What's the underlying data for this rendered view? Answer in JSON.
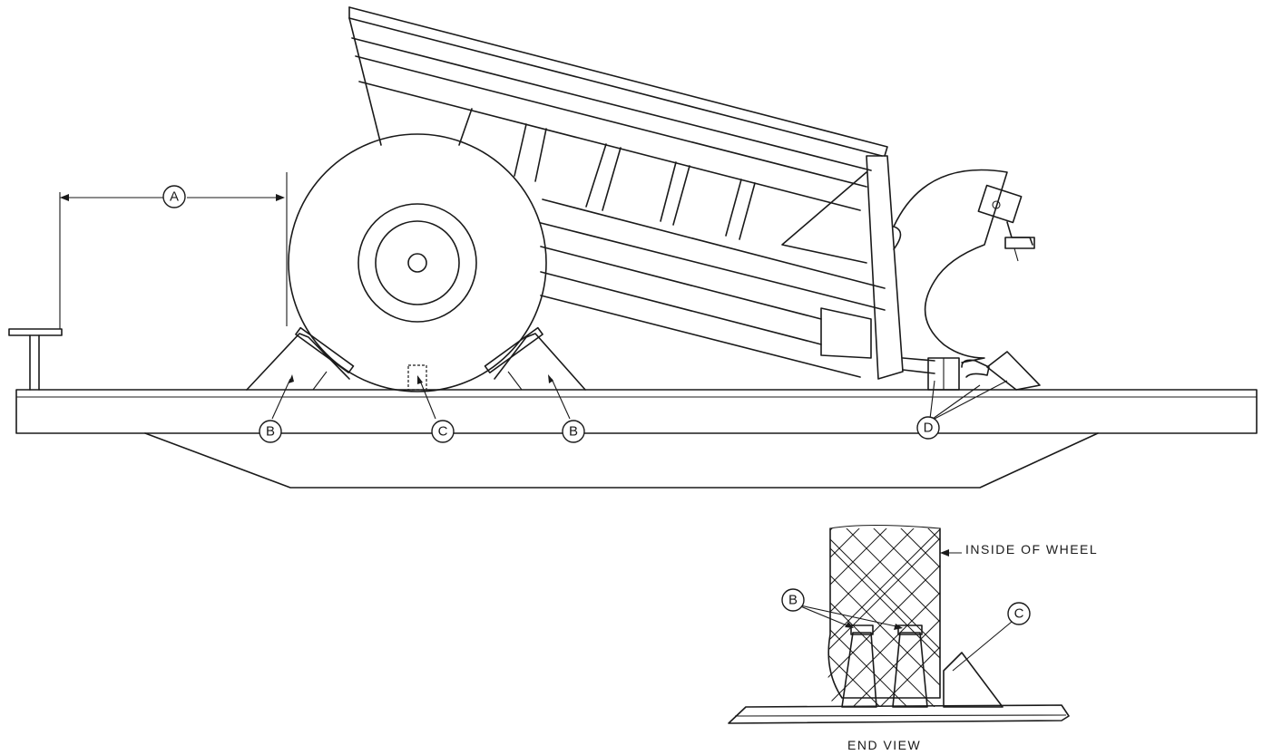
{
  "callouts": {
    "a": "A",
    "b_left": "B",
    "c_main": "C",
    "b_right": "B",
    "d": "D",
    "b_end": "B",
    "c_end": "C"
  },
  "notes": {
    "inside_of_wheel": "INSIDE OF WHEEL",
    "end_view": "END VIEW"
  }
}
